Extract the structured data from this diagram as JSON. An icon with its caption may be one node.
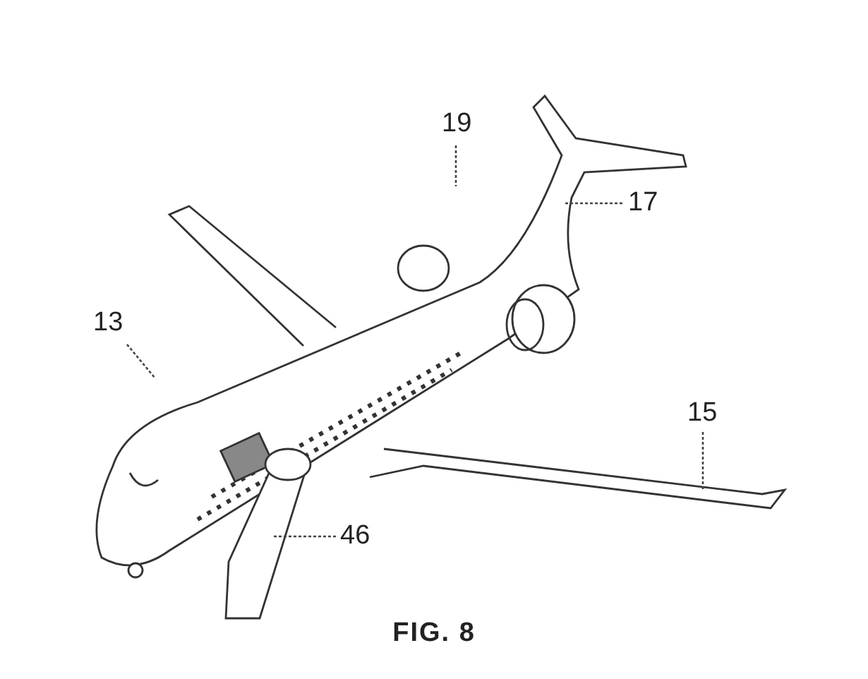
{
  "diagram": {
    "caption": "FIG. 8",
    "nodes": [
      {
        "text": [
          "19"
        ]
      },
      {
        "text": [
          "17"
        ]
      },
      {
        "text": [
          "13"
        ]
      },
      {
        "text": [
          "15"
        ]
      },
      {
        "text": [
          "46"
        ]
      }
    ],
    "edges": [
      {
        "from": 0,
        "to": null,
        "arrow": "none"
      },
      {
        "from": 1,
        "to": null,
        "arrow": "none"
      },
      {
        "from": 2,
        "to": null,
        "arrow": "none"
      },
      {
        "from": 3,
        "to": null,
        "arrow": "none"
      },
      {
        "from": 4,
        "to": null,
        "arrow": "none"
      }
    ]
  }
}
